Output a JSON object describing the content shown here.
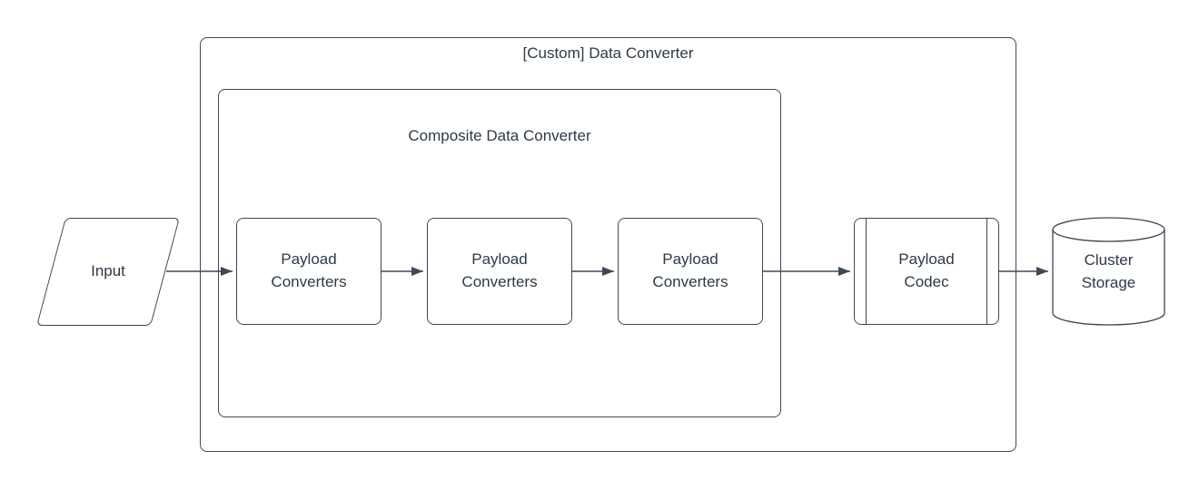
{
  "diagram": {
    "type": "flowchart",
    "colors": {
      "stroke": "#3e4856",
      "text": "#2e3947",
      "background": "#ffffff"
    },
    "outer_container": {
      "title": "[Custom] Data Converter"
    },
    "inner_container": {
      "title": "Composite Data Converter"
    },
    "input_node": {
      "shape": "parallelogram",
      "label": "Input"
    },
    "payload_converter_nodes": [
      {
        "shape": "rounded-rectangle",
        "lines": [
          "Payload",
          "Converters"
        ]
      },
      {
        "shape": "rounded-rectangle",
        "lines": [
          "Payload",
          "Converters"
        ]
      },
      {
        "shape": "rounded-rectangle",
        "lines": [
          "Payload",
          "Converters"
        ]
      }
    ],
    "codec_node": {
      "shape": "predefined-process",
      "lines": [
        "Payload",
        "Codec"
      ]
    },
    "storage_node": {
      "shape": "cylinder",
      "lines": [
        "Cluster",
        "Storage"
      ]
    },
    "connections": [
      {
        "from": "input",
        "to": "payload-converters-1"
      },
      {
        "from": "payload-converters-1",
        "to": "payload-converters-2"
      },
      {
        "from": "payload-converters-2",
        "to": "payload-converters-3"
      },
      {
        "from": "payload-converters-3",
        "to": "payload-codec"
      },
      {
        "from": "payload-codec",
        "to": "cluster-storage"
      }
    ]
  }
}
